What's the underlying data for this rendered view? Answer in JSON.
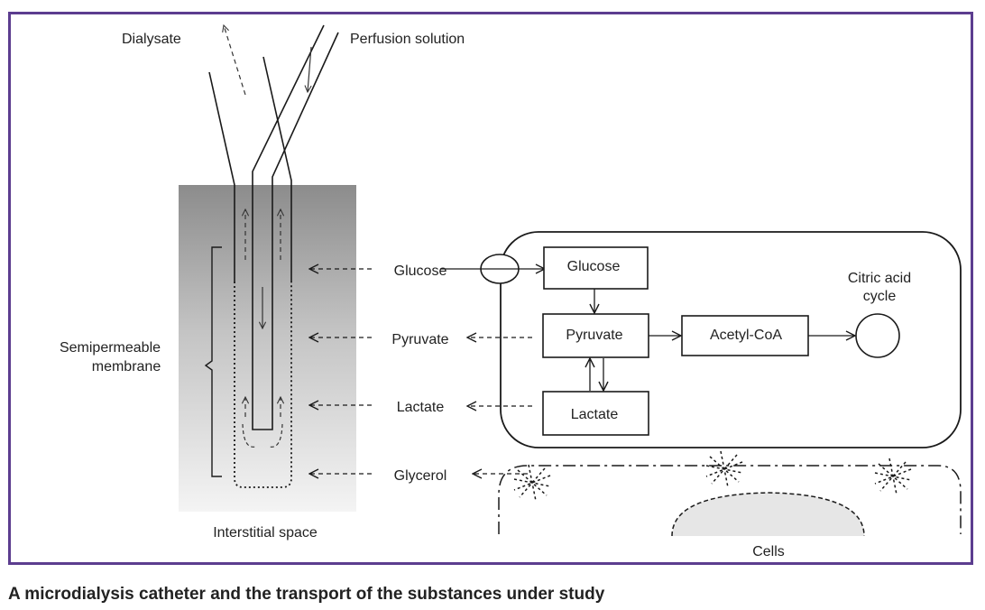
{
  "colors": {
    "frame": "#5c3d8f",
    "line": "#1a1a1a",
    "tissue_dark": "#8c8c8c",
    "tissue_light": "#f2f2f2",
    "nucleus": "#e6e6e6"
  },
  "labels": {
    "dialysate": "Dialysate",
    "perfusion_solution": "Perfusion solution",
    "semipermeable_line1": "Semipermeable",
    "semipermeable_line2": "membrane",
    "interstitial_space": "Interstitial space",
    "cells": "Cells",
    "citric_line1": "Citric acid",
    "citric_line2": "cycle"
  },
  "substances": [
    "Glucose",
    "Pyruvate",
    "Lactate",
    "Glycerol"
  ],
  "boxes": {
    "glucose": "Glucose",
    "pyruvate": "Pyruvate",
    "acetyl_coa": "Acetyl-CoA",
    "lactate": "Lactate"
  },
  "caption": "A microdialysis catheter and the transport of the substances under study"
}
